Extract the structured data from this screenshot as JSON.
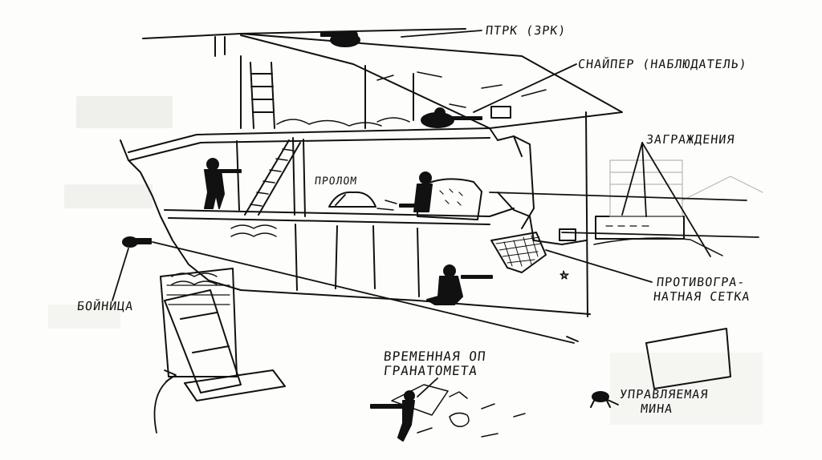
{
  "labels": {
    "ptrk": "ПТРК (ЗРК)",
    "sniper": "СНАЙПЕР (НАБЛЮДАТЕЛЬ)",
    "barriers": "ЗАГРАЖДЕНИЯ",
    "breach": "ПРОЛОМ",
    "loophole": "БОЙНИЦА",
    "grenade_net_1": "ПРОТИВОГРА-",
    "grenade_net_2": "НАТНАЯ СЕТКА",
    "temp_pos_1": "ВРЕМЕННАЯ ОП",
    "temp_pos_2": "ГРАНАТОМЕТА",
    "mine_1": "УПРАВЛЯЕМАЯ",
    "mine_2": "МИНА"
  },
  "colors": {
    "ink": "#111111",
    "paper": "#fdfdfb",
    "faint": "#d9d9d4"
  }
}
